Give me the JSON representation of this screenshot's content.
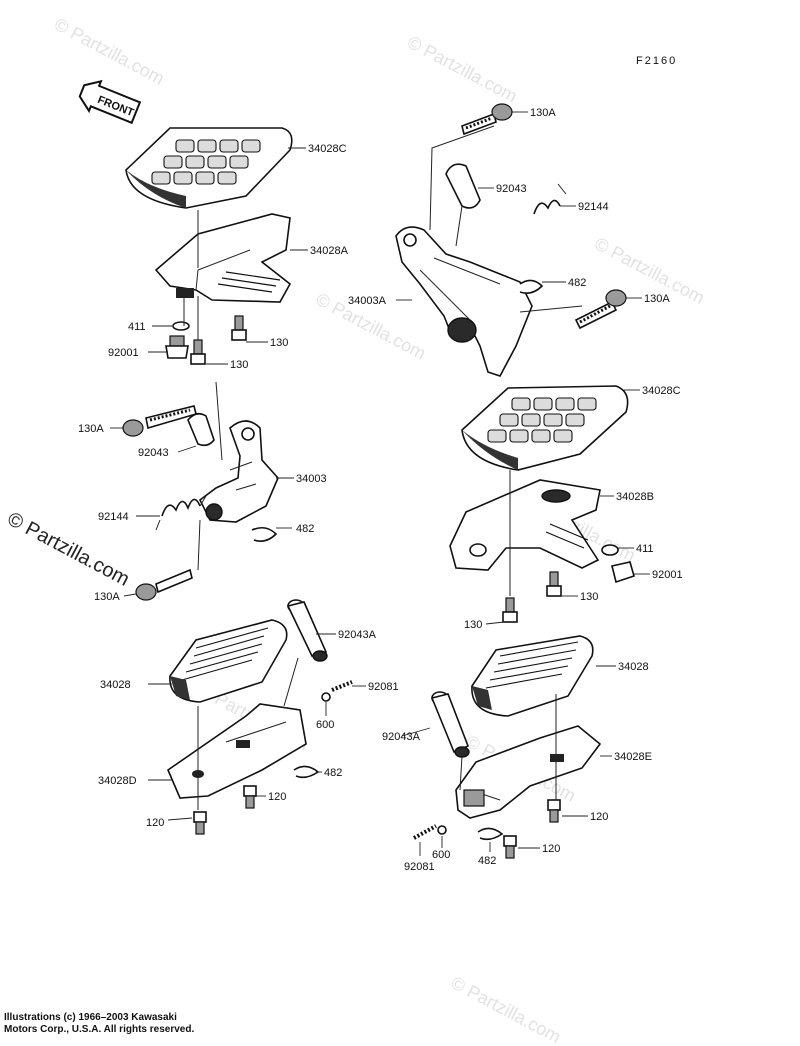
{
  "diagram": {
    "code": "F2160",
    "front_label": "FRONT",
    "watermark": "© Partzilla.com",
    "copyright_mark": "© Partzilla.com",
    "credit_line1": "Illustrations (c) 1966–2003 Kawasaki",
    "credit_line2": "Motors Corp., U.S.A.  All rights reserved.",
    "labels": {
      "l_34028C_top": "34028C",
      "l_34028A": "34028A",
      "l_411_left": "411",
      "l_130_a": "130",
      "l_92001_left": "92001",
      "l_130_b": "130",
      "l_130A_left_top": "130A",
      "l_92043_left": "92043",
      "l_34003": "34003",
      "l_92144_left": "92144",
      "l_482_left": "482",
      "l_130A_left_bottom": "130A",
      "l_130A_right_top": "130A",
      "l_92043_right": "92043",
      "l_92144_right": "92144",
      "l_482_right": "482",
      "l_34003A": "34003A",
      "l_130A_right_mid": "130A",
      "l_34028C_right": "34028C",
      "l_34028B": "34028B",
      "l_411_right": "411",
      "l_92001_right": "92001",
      "l_130_c": "130",
      "l_130_d": "130",
      "l_92043A_left": "92043A",
      "l_34028_left": "34028",
      "l_92081_left": "92081",
      "l_600_left": "600",
      "l_34028D": "34028D",
      "l_482_bottom_left": "482",
      "l_120_a": "120",
      "l_120_b": "120",
      "l_34028_right": "34028",
      "l_92043A_right": "92043A",
      "l_34028E": "34028E",
      "l_120_c": "120",
      "l_600_right": "600",
      "l_482_bottom_right": "482",
      "l_120_d": "120",
      "l_92081_right": "92081"
    }
  }
}
